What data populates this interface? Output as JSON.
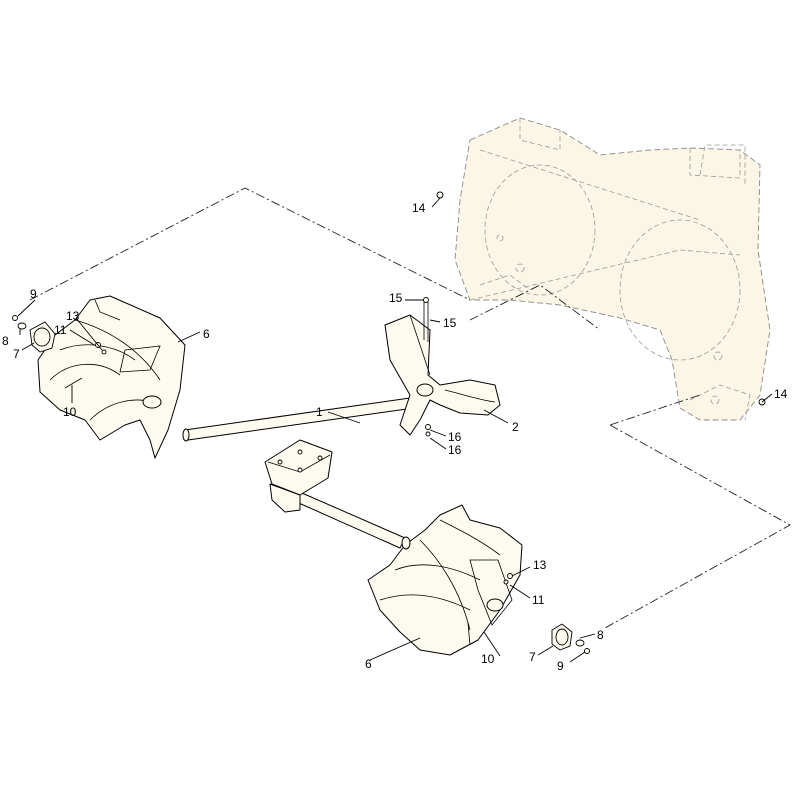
{
  "diagram": {
    "callouts": [
      {
        "id": "c1",
        "text": "1"
      },
      {
        "id": "c2",
        "text": "2"
      },
      {
        "id": "c6a",
        "text": "6"
      },
      {
        "id": "c6b",
        "text": "6"
      },
      {
        "id": "c7a",
        "text": "7"
      },
      {
        "id": "c7b",
        "text": "7"
      },
      {
        "id": "c8a",
        "text": "8"
      },
      {
        "id": "c8b",
        "text": "8"
      },
      {
        "id": "c9a",
        "text": "9"
      },
      {
        "id": "c9b",
        "text": "9"
      },
      {
        "id": "c10a",
        "text": "10"
      },
      {
        "id": "c10b",
        "text": "10"
      },
      {
        "id": "c11a",
        "text": "11"
      },
      {
        "id": "c11b",
        "text": "11"
      },
      {
        "id": "c13a",
        "text": "13"
      },
      {
        "id": "c13b",
        "text": "13"
      },
      {
        "id": "c14a",
        "text": "14"
      },
      {
        "id": "c14b",
        "text": "14"
      },
      {
        "id": "c15a",
        "text": "15"
      },
      {
        "id": "c15b",
        "text": "15"
      },
      {
        "id": "c16a",
        "text": "16"
      },
      {
        "id": "c16b",
        "text": "16"
      }
    ],
    "colors": {
      "part_fill": "#fdfaf0",
      "line": "#000000",
      "ghost_line": "#8a8a8a"
    }
  }
}
